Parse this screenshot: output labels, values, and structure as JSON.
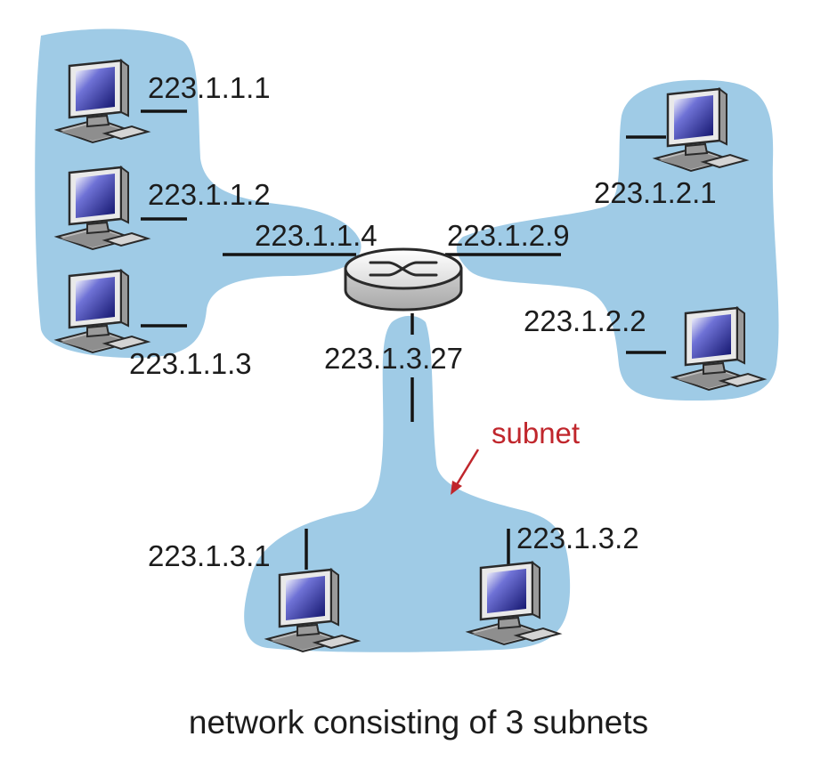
{
  "colors": {
    "subnet_fill": "#9fcbe6",
    "callout": "#c0262c",
    "link": "#141414"
  },
  "icons": {
    "host": "desktop-computer-icon",
    "router": "router-icon"
  },
  "subnets": [
    {
      "hosts": [
        "223.1.1.1",
        "223.1.1.2",
        "223.1.1.3"
      ],
      "router_interface": "223.1.1.4"
    },
    {
      "hosts": [
        "223.1.2.1",
        "223.1.2.2"
      ],
      "router_interface": "223.1.2.9"
    },
    {
      "hosts": [
        "223.1.3.1",
        "223.1.3.2"
      ],
      "router_interface": "223.1.3.27"
    }
  ],
  "callout": {
    "label": "subnet"
  },
  "caption": "network consisting of 3 subnets"
}
